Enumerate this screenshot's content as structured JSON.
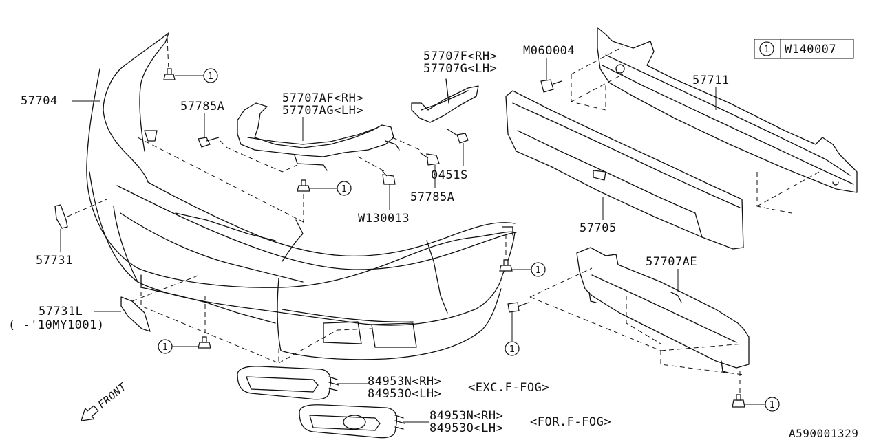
{
  "legend": {
    "symbol": "1",
    "code": "W140007"
  },
  "labels": {
    "p57704": "57704",
    "p57785a_top": "57785A",
    "p57707af": "57707AF<RH>",
    "p57707ag": "57707AG<LH>",
    "p57707f": "57707F<RH>",
    "p57707g": "57707G<LH>",
    "m060004": "M060004",
    "p57711": "57711",
    "p0451s": "0451S",
    "p57785a_bottom": "57785A",
    "w130013": "W130013",
    "p57731": "57731",
    "p57705": "57705",
    "p57707ae": "57707AE",
    "p57731l": "57731L",
    "p57731l_note": "(  -'10MY1001)",
    "fog1_rh": "84953N<RH>",
    "fog1_lh": "84953O<LH>",
    "fog1_note": "<EXC.F-FOG>",
    "fog2_rh": "84953N<RH>",
    "fog2_lh": "84953O<LH>",
    "fog2_note": "<FOR.F-FOG>",
    "front": "FRONT",
    "diagram_code": "A590001329"
  },
  "callout_symbol": "1"
}
